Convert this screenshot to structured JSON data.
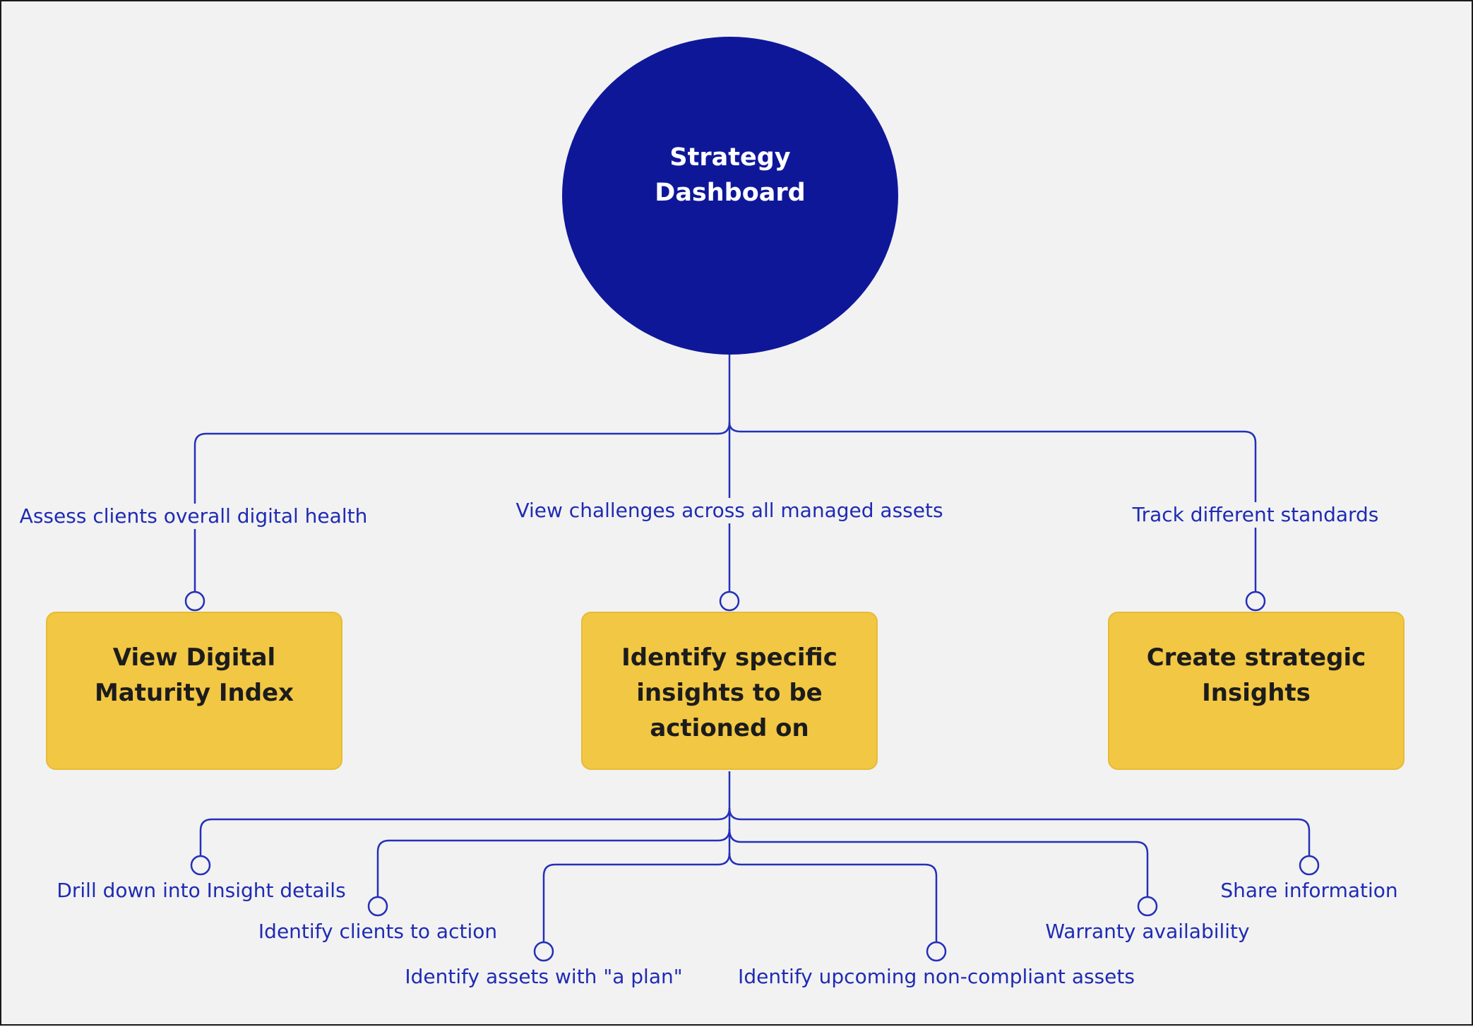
{
  "hub": {
    "title": "Strategy Dashboard"
  },
  "branches": [
    {
      "label": "Assess clients overall digital health",
      "card": "View Digital Maturity Index"
    },
    {
      "label": "View challenges across all managed assets",
      "card": "Identify specific insights to be actioned on"
    },
    {
      "label": "Track different standards",
      "card": "Create strategic Insights"
    }
  ],
  "sub_branches": [
    "Drill down into Insight details",
    "Identify clients to action",
    "Identify assets with \"a plan\"",
    "Identify upcoming non-compliant assets",
    "Warranty availability",
    "Share information"
  ],
  "colors": {
    "hub_fill": "#0f1799",
    "card_fill": "#f2c743",
    "connector": "#2430b8",
    "label_text": "#1f2bb3",
    "background": "#f2f2f2"
  }
}
